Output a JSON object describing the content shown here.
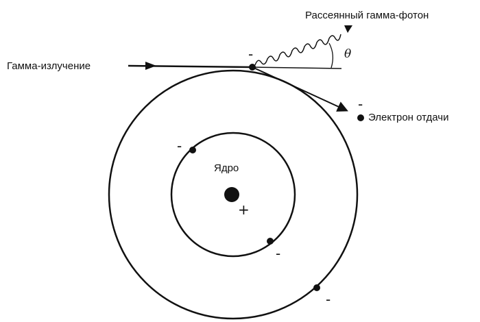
{
  "labels": {
    "incident": "Гамма-излучение",
    "scattered": "Рассеянный гамма-фотон",
    "recoil": "Электрон отдачи",
    "nucleus": "Ядро",
    "angle": "θ"
  },
  "signs": {
    "electron": "-",
    "nucleus": "+"
  }
}
